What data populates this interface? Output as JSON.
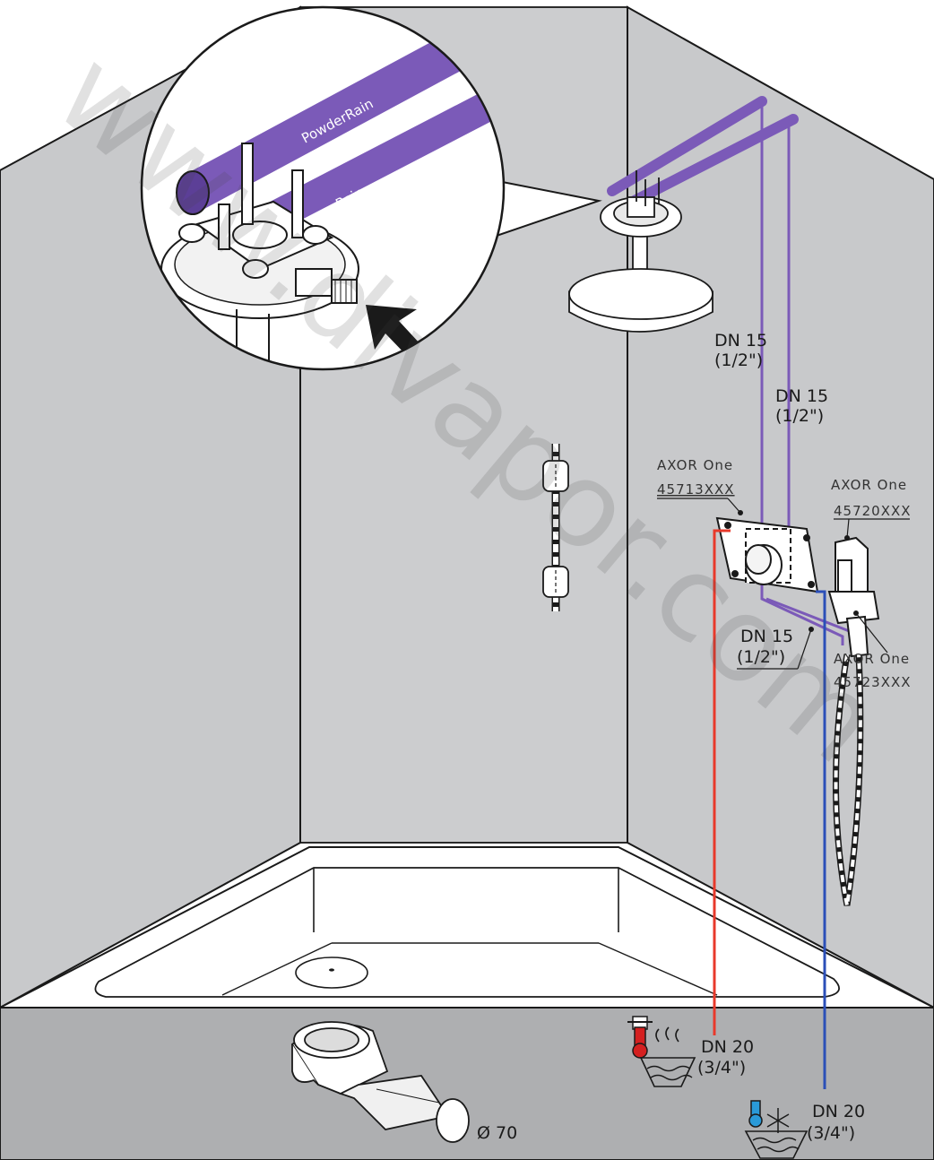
{
  "colors": {
    "wall": "#c8c9cb",
    "floor": "#aeafb1",
    "purple": "#7b5ab8",
    "hot": "#e8392b",
    "cold": "#2b4fb8",
    "hot_icon": "#d42020",
    "cold_icon": "#2a9ad8"
  },
  "pipes": {
    "powder_rain": "PowderRain",
    "rain": "Rain"
  },
  "labels": {
    "dn15_upper_a": "DN 15",
    "dn15_upper_a_inch": "(1/2\")",
    "dn15_upper_b": "DN 15",
    "dn15_upper_b_inch": "(1/2\")",
    "dn15_lower": "DN 15",
    "dn15_lower_inch": "(1/2\")",
    "dn20_hot": "DN 20",
    "dn20_hot_inch": "(3/4\")",
    "dn20_cold": "DN 20",
    "dn20_cold_inch": "(3/4\")",
    "drain_diameter": "Ø 70"
  },
  "products": {
    "mixer_brand": "AXOR One",
    "mixer_code": "45713XXX",
    "holder_brand": "AXOR One",
    "holder_code": "45720XXX",
    "outlet_brand": "AXOR One",
    "outlet_code": "45723XXX"
  },
  "watermark": "www.divapor.com"
}
